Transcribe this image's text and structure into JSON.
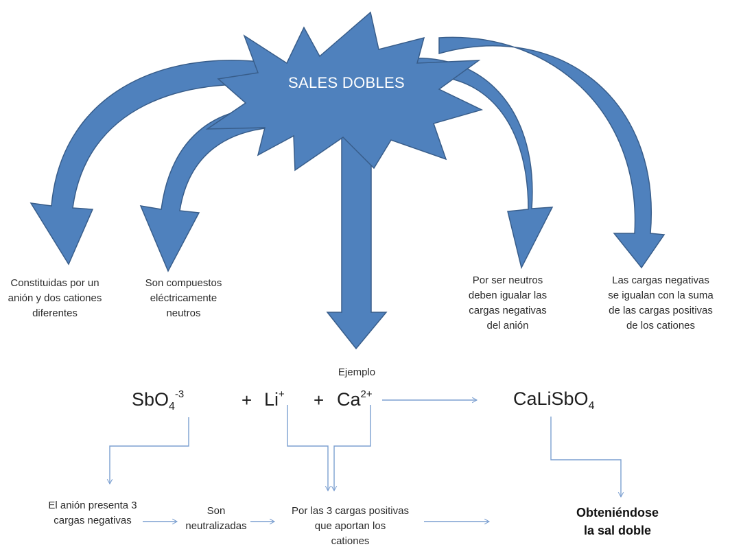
{
  "title": "SALES DOBLES",
  "colors": {
    "shape_fill": "#4f81bd",
    "shape_stroke": "#385d8a",
    "connector": "#7b9fd0"
  },
  "branches": [
    {
      "lines": [
        "Constituidas por un",
        "anión y dos cationes",
        "diferentes"
      ]
    },
    {
      "lines": [
        "Son compuestos",
        "eléctricamente",
        "neutros"
      ]
    },
    {
      "lines": [
        "Por ser neutros",
        "deben igualar las",
        "cargas negativas",
        "del anión"
      ]
    },
    {
      "lines": [
        "Las cargas negativas",
        "se igualan con la suma",
        "de las cargas positivas",
        "de los cationes"
      ]
    }
  ],
  "example_label": "Ejemplo",
  "formula": {
    "anion": {
      "base": "SbO",
      "sub": "4",
      "sup": "-3"
    },
    "plus": "+",
    "cation1": {
      "base": "Li",
      "sup": "+"
    },
    "cation2": {
      "base": "Ca",
      "sup": "2+"
    },
    "product": {
      "base": "CaLiSbO",
      "sub": "4"
    }
  },
  "steps": {
    "anion_charges": [
      "El anión presenta 3",
      "cargas negativas"
    ],
    "neutralized": [
      "Son",
      "neutralizadas"
    ],
    "cation_charges": [
      "Por las 3 cargas positivas",
      "que aportan los",
      "cationes"
    ],
    "result": [
      "Obteniéndose",
      "la sal doble"
    ]
  }
}
